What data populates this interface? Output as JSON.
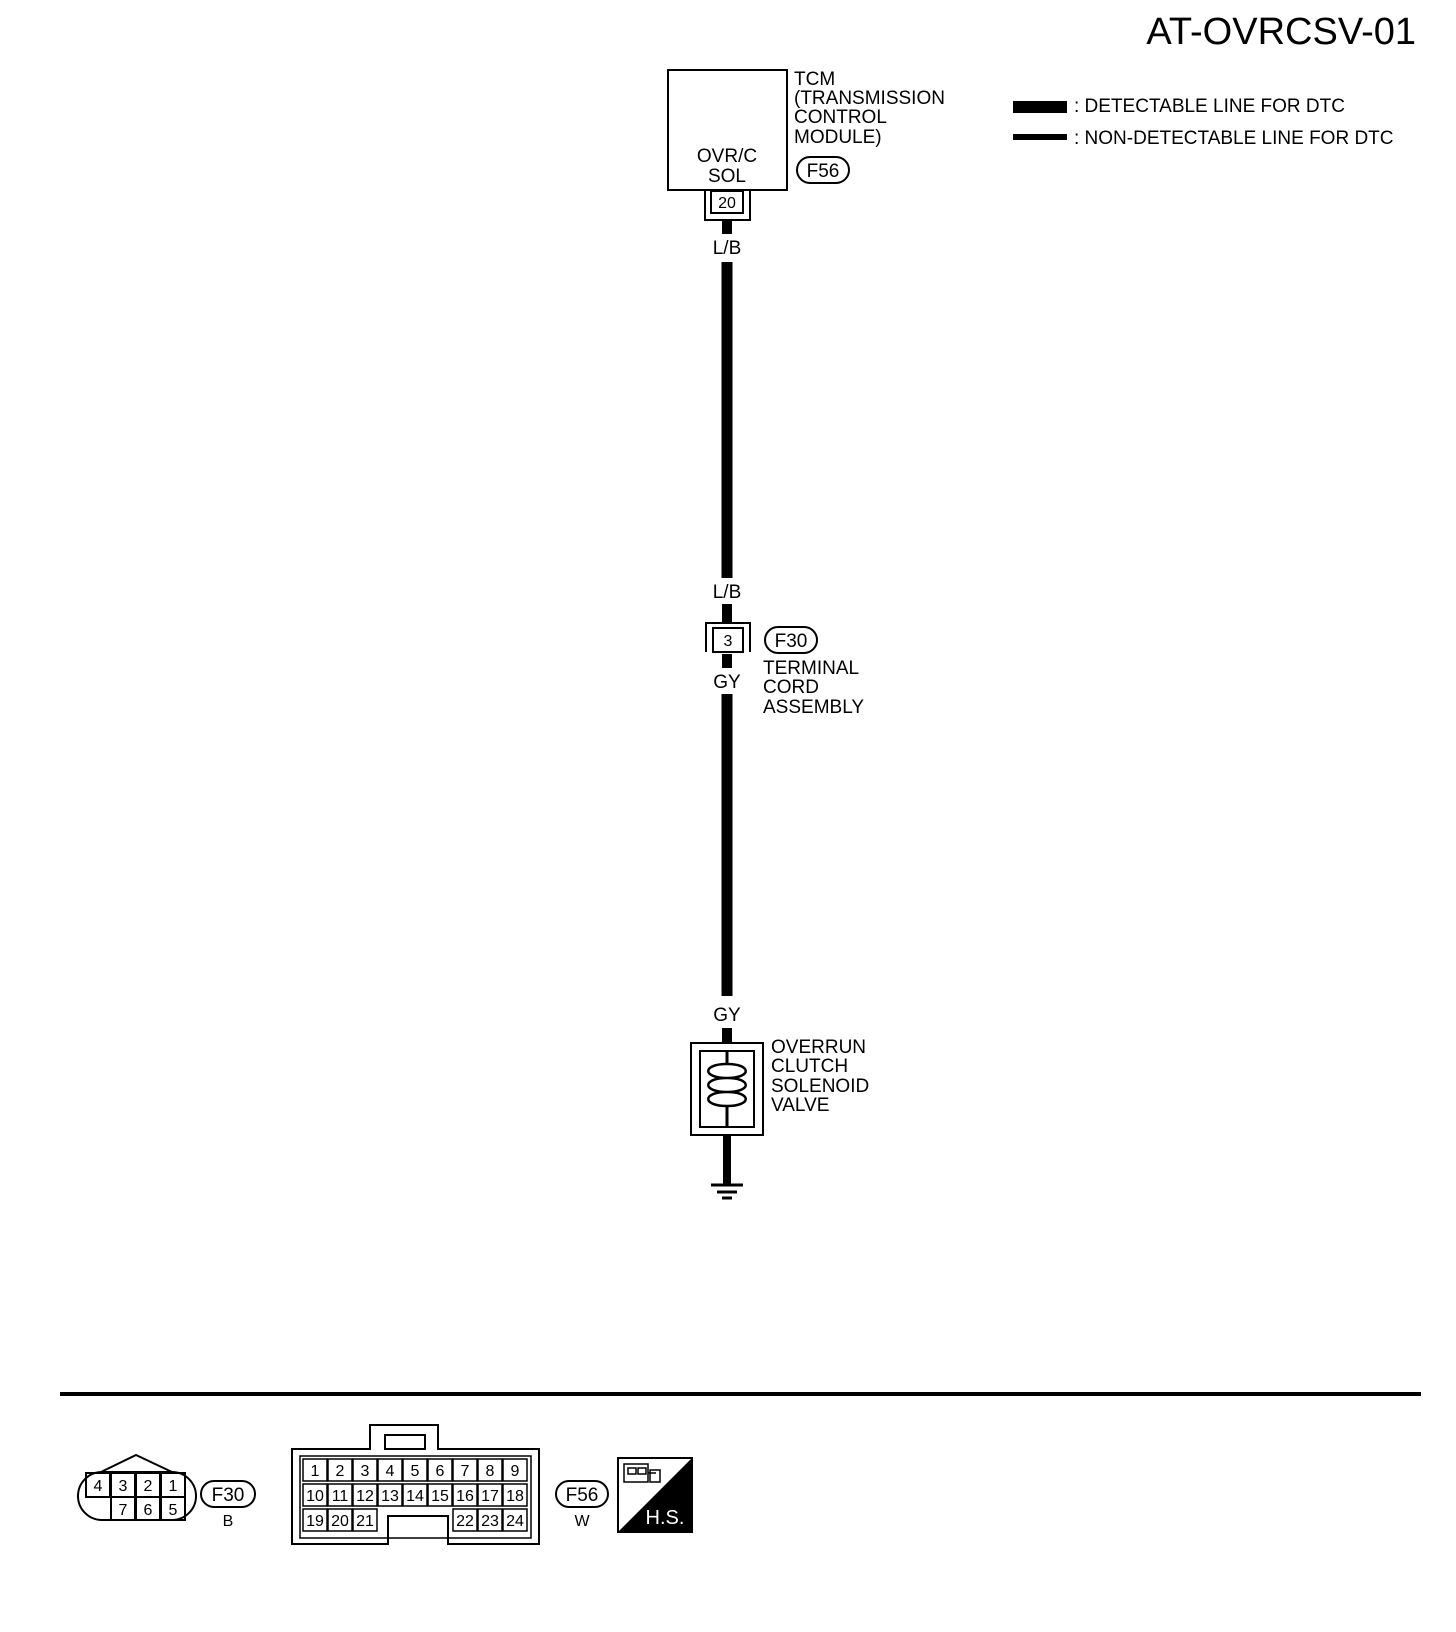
{
  "title": "AT-OVRCSV-01",
  "legend": {
    "detectable": ": DETECTABLE LINE FOR DTC",
    "non_detectable": ": NON-DETECTABLE LINE FOR DTC"
  },
  "tcm": {
    "name_lines": [
      "TCM",
      "(TRANSMISSION",
      "CONTROL",
      "MODULE)"
    ],
    "terminal_label_lines": [
      "OVR/C",
      "SOL"
    ],
    "connector_id": "F56",
    "terminal": "20"
  },
  "wire_upper": {
    "color_code_top": "L/B",
    "color_code_bottom": "L/B"
  },
  "terminal_cord": {
    "connector_id": "F30",
    "terminal": "3",
    "name_lines": [
      "TERMINAL",
      "CORD",
      "ASSEMBLY"
    ]
  },
  "wire_lower": {
    "color_code_top": "GY",
    "color_code_bottom": "GY"
  },
  "solenoid": {
    "name_lines": [
      "OVERRUN",
      "CLUTCH",
      "SOLENOID",
      "VALVE"
    ]
  },
  "connector_views": {
    "f30": {
      "id": "F30",
      "color": "B",
      "top_row": [
        "4",
        "3",
        "2",
        "1"
      ],
      "bottom_row": [
        "7",
        "6",
        "5"
      ]
    },
    "f56": {
      "id": "F56",
      "color": "W",
      "rows": [
        [
          "1",
          "2",
          "3",
          "4",
          "5",
          "6",
          "7",
          "8",
          "9"
        ],
        [
          "10",
          "11",
          "12",
          "13",
          "14",
          "15",
          "16",
          "17",
          "18"
        ],
        [
          "19",
          "20",
          "21",
          "22",
          "23",
          "24"
        ]
      ]
    },
    "hs_badge": "H.S."
  }
}
